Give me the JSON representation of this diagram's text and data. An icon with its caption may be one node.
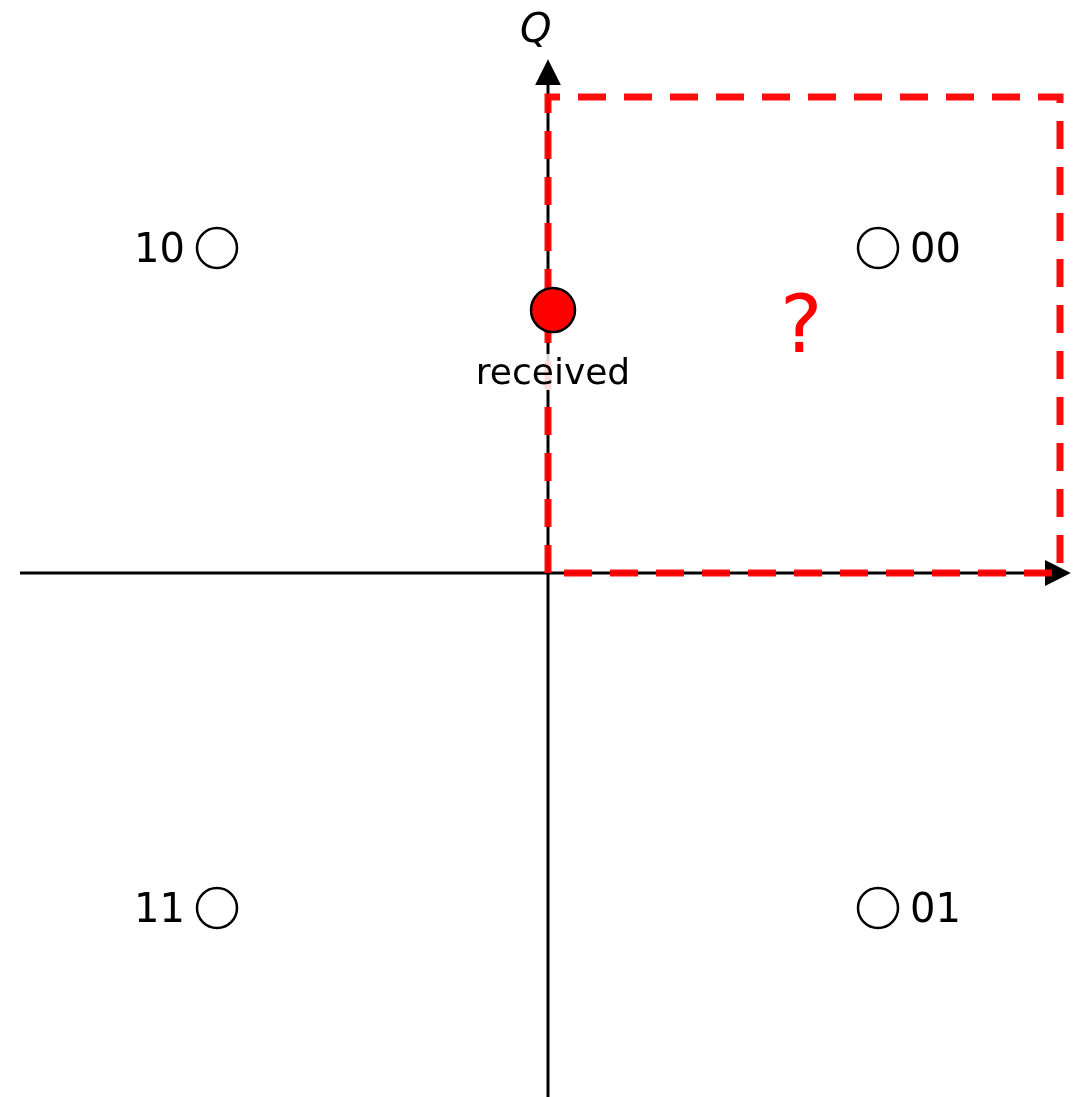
{
  "diagram": {
    "nodes": [
      {
        "text": [],
        "shape": "circle",
        "beside": [
          "10"
        ]
      },
      {
        "text": [],
        "shape": "circle",
        "beside": [
          "00"
        ]
      },
      {
        "text": [],
        "shape": "circle",
        "beside": [
          "received"
        ]
      },
      {
        "text": [],
        "shape": "circle",
        "beside": [
          "11"
        ]
      },
      {
        "text": [],
        "shape": "circle",
        "beside": [
          "01"
        ]
      }
    ],
    "labels": [
      "Q",
      "?"
    ]
  }
}
